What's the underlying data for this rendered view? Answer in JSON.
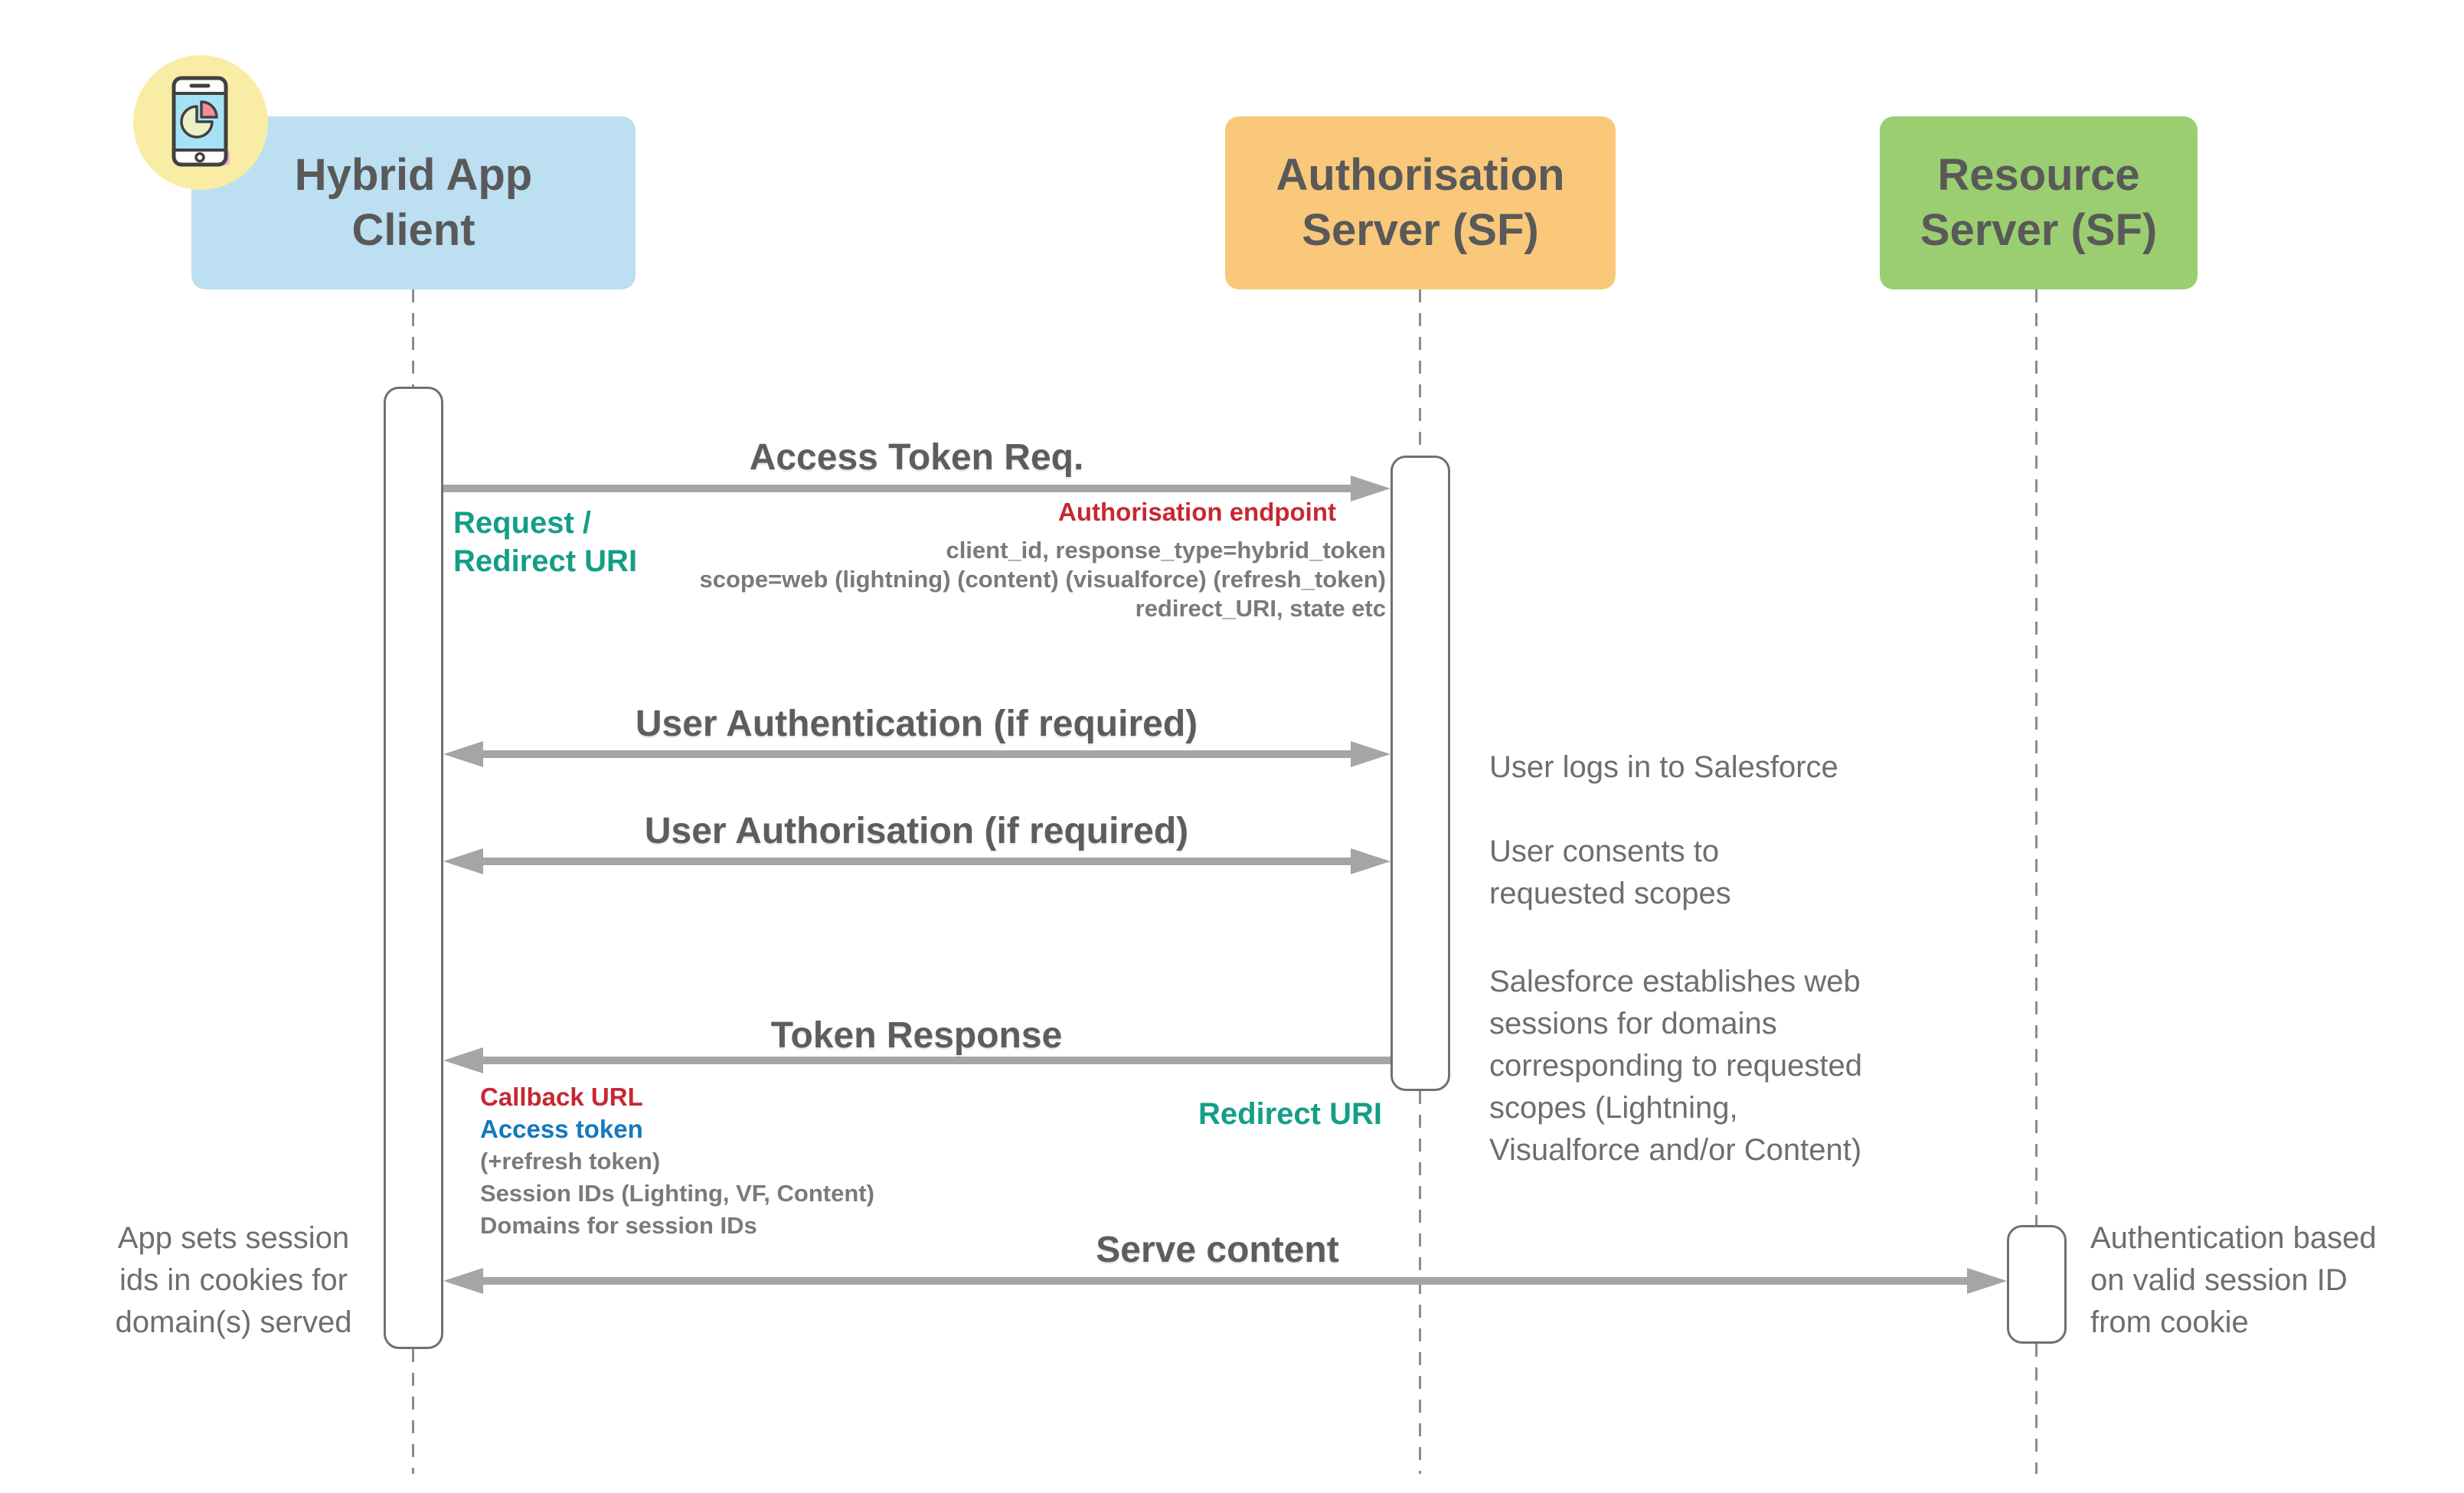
{
  "actors": {
    "hybrid": {
      "label": "Hybrid App Client"
    },
    "auth": {
      "label": "Authorisation Server (SF)"
    },
    "resource": {
      "label": "Resource Server (SF)"
    }
  },
  "messages": {
    "access_token_req": {
      "label": "Access Token Req."
    },
    "user_authentication": {
      "label": "User Authentication (if required)"
    },
    "user_authorisation": {
      "label": "User Authorisation (if required)"
    },
    "token_response": {
      "label": "Token Response"
    },
    "serve_content": {
      "label": "Serve content"
    }
  },
  "request_details": {
    "source_label": "Request /\nRedirect URI",
    "endpoint_label": "Authorisation endpoint",
    "params": "client_id, response_type=hybrid_token\nscope=web (lightning) (content) (visualforce) (refresh_token)\nredirect_URI, state etc"
  },
  "response_details": {
    "callback_url": "Callback URL",
    "access_token": "Access token",
    "refresh_token": "(+refresh token)",
    "session_ids": "Session IDs (Lighting, VF, Content)",
    "domains": "Domains for session IDs",
    "redirect_uri": "Redirect URI"
  },
  "notes": {
    "user_login": "User logs in to Salesforce",
    "user_consent": "User consents to\nrequested scopes",
    "web_sessions": "Salesforce establishes web\nsessions for domains\ncorresponding to requested\nscopes (Lightning,\nVisualforce and/or Content)",
    "app_cookies": "App sets session\nids in cookies for\ndomain(s) served",
    "cookie_auth": "Authentication based\non valid session ID\nfrom cookie"
  },
  "icons": {
    "hybrid_app": "phone-pie-chart-icon"
  },
  "colors": {
    "hybrid_box": "#BCDFF2",
    "auth_box": "#F9C87B",
    "resource_box": "#9BCE70",
    "icon_circle": "#F9ECA4",
    "teal": "#149E87",
    "red": "#C62833",
    "blue": "#1478BE",
    "arrow": "#A5A5A5",
    "text_dark": "#5D5D5D",
    "text_gray": "#6E6E6E"
  }
}
